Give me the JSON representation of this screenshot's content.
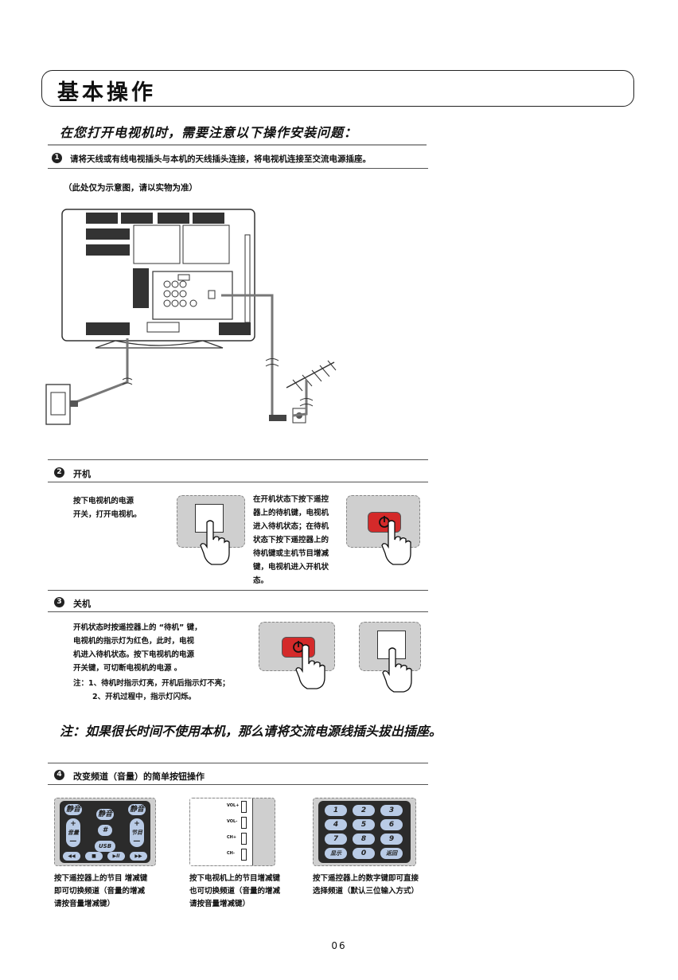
{
  "title": "基本操作",
  "subtitle": "在您打开电视机时，需要注意以下操作安装问题：",
  "section1": {
    "num": "1",
    "text": "请将天线或有线电视插头与本机的天线插头连接，将电视机连接至交流电源插座。",
    "note": "（此处仅为示意图，请以实物为准）"
  },
  "section2": {
    "num": "2",
    "heading": "开机",
    "para1": [
      "按下电视机的电源",
      "开关，打开电视机。"
    ],
    "para2": [
      "在开机状态下按下遥控",
      "器上的待机键，电视机",
      "进入待机状态；在待机",
      "状态下按下遥控器上的",
      "待机键或主机节目增减",
      "键，电视机进入开机状",
      "态。"
    ]
  },
  "section3": {
    "num": "3",
    "heading": "关机",
    "para": [
      "开机状态时按遥控器上的 “待机” 键，",
      "电视机的指示灯为红色，此时，电视",
      "机进入待机状态。按下电视机的电源",
      "开关键，可切断电视机的电源 。"
    ],
    "notes": [
      "注：1、待机时指示灯亮，开机后指示灯不亮；",
      "2、开机过程中，指示灯闪烁。"
    ]
  },
  "warning": "注：如果很长时间不使用本机，那么请将交流电源线插头拔出插座。",
  "section4": {
    "num": "4",
    "heading": "改变频道（音量）的简单按钮操作",
    "remote_keys": {
      "top": [
        "静音",
        "静音",
        "静音"
      ],
      "plus": "+",
      "minus": "—",
      "hash": "#",
      "vol": "音量",
      "ch": "节目",
      "usb": "USB",
      "media": [
        "◀◀",
        "■",
        "▶II",
        "▶▶"
      ]
    },
    "panel_keys": [
      "VOL+",
      "VOL-",
      "CH+",
      "CH-"
    ],
    "numpad": [
      "1",
      "2",
      "3",
      "4",
      "5",
      "6",
      "7",
      "8",
      "9",
      "显示",
      "0",
      "返回"
    ],
    "captions": [
      [
        "按下遥控器上的节目 增减键",
        "即可切换频道（音量的增减",
        "请按音量增减键）"
      ],
      [
        "按下电视机上的节目增减键",
        "也可切换频道（音量的增减",
        "请按音量增减键）"
      ],
      [
        "按下遥控器上的数字键即可直接",
        "选择频道（默认三位输入方式）"
      ]
    ]
  },
  "page_number": "06",
  "colors": {
    "power_red": "#d42a2a",
    "key_blue": "#b9cbe6",
    "panel_grey": "#cfcfcf"
  }
}
